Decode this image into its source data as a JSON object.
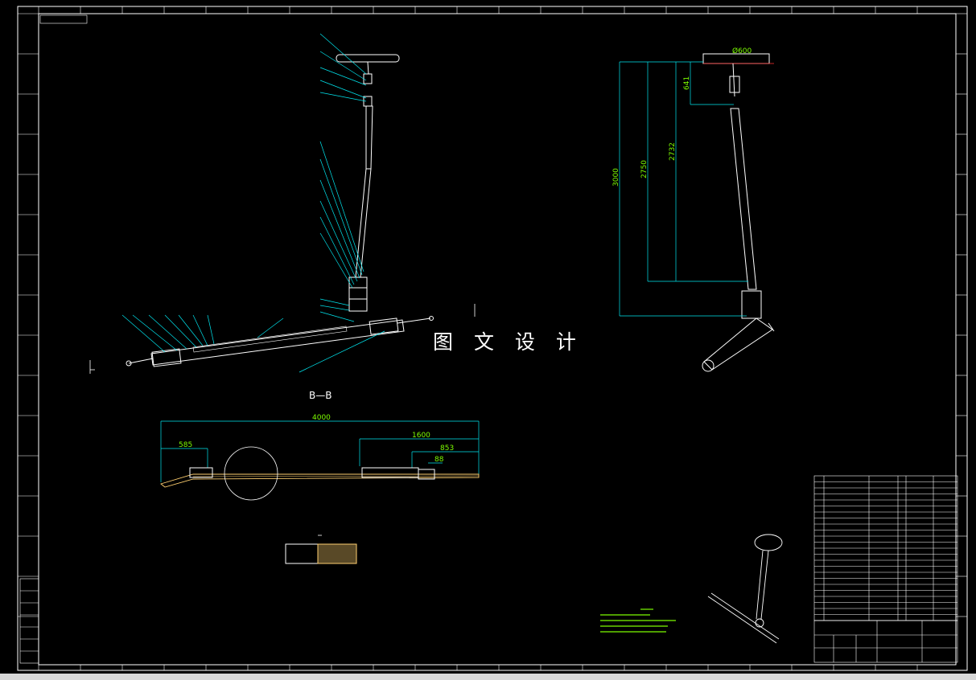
{
  "watermark": "图 文 设 计",
  "section_label": "B—B",
  "dimensions": {
    "phi_600": "Ø600",
    "v_3000": "3000",
    "v_2750": "2750",
    "v_2732": "2732",
    "v_641": "641",
    "h_4000": "4000",
    "h_1600": "1600",
    "h_585": "585",
    "h_853": "853",
    "h_88": "88"
  },
  "colors": {
    "background": "#000000",
    "line": "#ffffff",
    "dimension": "#00e5ee",
    "dim_text": "#7CFC00",
    "red_mark": "#ff3030",
    "hatch": "#ffd070"
  }
}
